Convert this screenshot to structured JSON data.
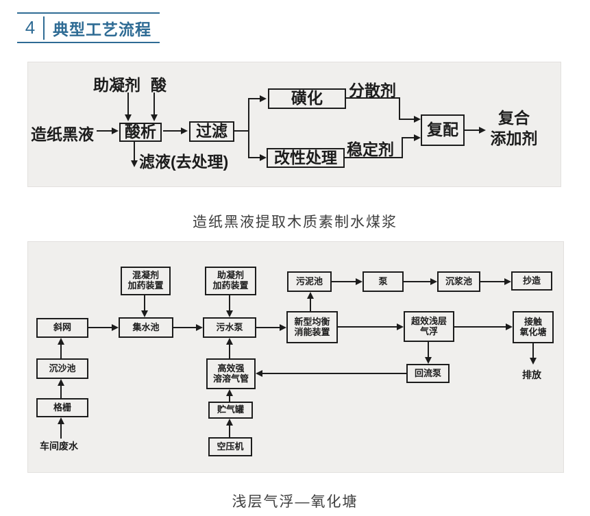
{
  "header": {
    "number": "4",
    "title": "典型工艺流程"
  },
  "colors": {
    "accent": "#2e6b94",
    "line": "#1c1c1c",
    "diagram_bg": "#f0efed",
    "caption": "#3d3d3d"
  },
  "diagram1": {
    "caption": "造纸黑液提取木质素制水煤浆",
    "labels": {
      "coagulant_aid": "助凝剂",
      "acid": "酸",
      "black_liquor": "造纸黑液",
      "filtrate": "滤液(去处理)",
      "dispersant": "分散剂",
      "stabilizer": "稳定剂",
      "composite_line1": "复合",
      "composite_line2": "添加剂"
    },
    "boxes": {
      "acid_precipitation": "酸析",
      "filtration": "过滤",
      "sulfonation": "磺化",
      "modification": "改性处理",
      "compounding": "复配"
    }
  },
  "diagram2": {
    "caption": "浅层气浮—氧化塘",
    "boxes": {
      "coagulant_dosing_l1": "混凝剂",
      "coagulant_dosing_l2": "加药装置",
      "aid_dosing_l1": "助凝剂",
      "aid_dosing_l2": "加药装置",
      "sludge_pool": "污泥池",
      "pump": "泵",
      "slurry_settling_pool": "沉浆池",
      "papermaking": "抄造",
      "inclined_screen": "斜网",
      "collecting_pool": "集水池",
      "sewage_pump": "污水泵",
      "energy_dissipation_l1": "新型均衡",
      "energy_dissipation_l2": "消能装置",
      "shallow_flotation_l1": "超效浅层",
      "shallow_flotation_l2": "气浮",
      "contact_oxidation_l1": "接触",
      "contact_oxidation_l2": "氧化塘",
      "sand_settling_pool": "沉沙池",
      "dissolved_air_l1": "高效强",
      "dissolved_air_l2": "溶溶气管",
      "reflux_pump": "回流泵",
      "grid_screen": "格栅",
      "gas_storage_tank": "贮气罐",
      "air_compressor": "空压机"
    },
    "labels": {
      "discharge": "排放",
      "workshop_wastewater": "车间废水"
    }
  }
}
